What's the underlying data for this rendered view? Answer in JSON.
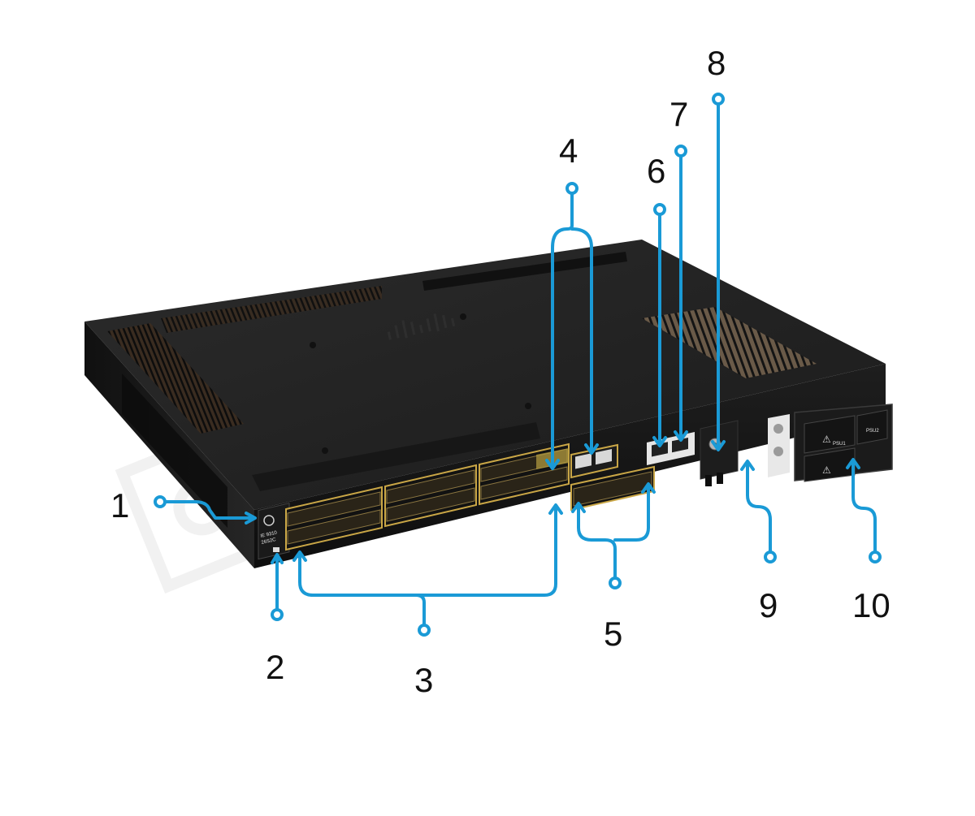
{
  "colors": {
    "callout": "#1a9ad6",
    "chassis_top": "#232323",
    "chassis_front": "#161616",
    "port_trim": "#c9a646",
    "label_text": "#111111"
  },
  "watermark": {
    "line1": "Layer23",
    "line2": "switch.com"
  },
  "device": {
    "model_line1": "IE 9310",
    "model_line2": "26S2C",
    "psu1_label": "PSU1",
    "psu2_label": "PSU2"
  },
  "callouts": [
    {
      "num": "1",
      "icon": "button-icon"
    },
    {
      "num": "2",
      "icon": "led-icon"
    },
    {
      "num": "3",
      "icon": "sfp-port-group-icon"
    },
    {
      "num": "4",
      "icon": "rj45-port-group-icon"
    },
    {
      "num": "5",
      "icon": "sfp-uplink-group-icon"
    },
    {
      "num": "6",
      "icon": "console-port-icon"
    },
    {
      "num": "7",
      "icon": "management-port-icon"
    },
    {
      "num": "8",
      "icon": "ground-screw-icon"
    },
    {
      "num": "9",
      "icon": "alarm-connector-icon"
    },
    {
      "num": "10",
      "icon": "power-supply-icon"
    }
  ]
}
